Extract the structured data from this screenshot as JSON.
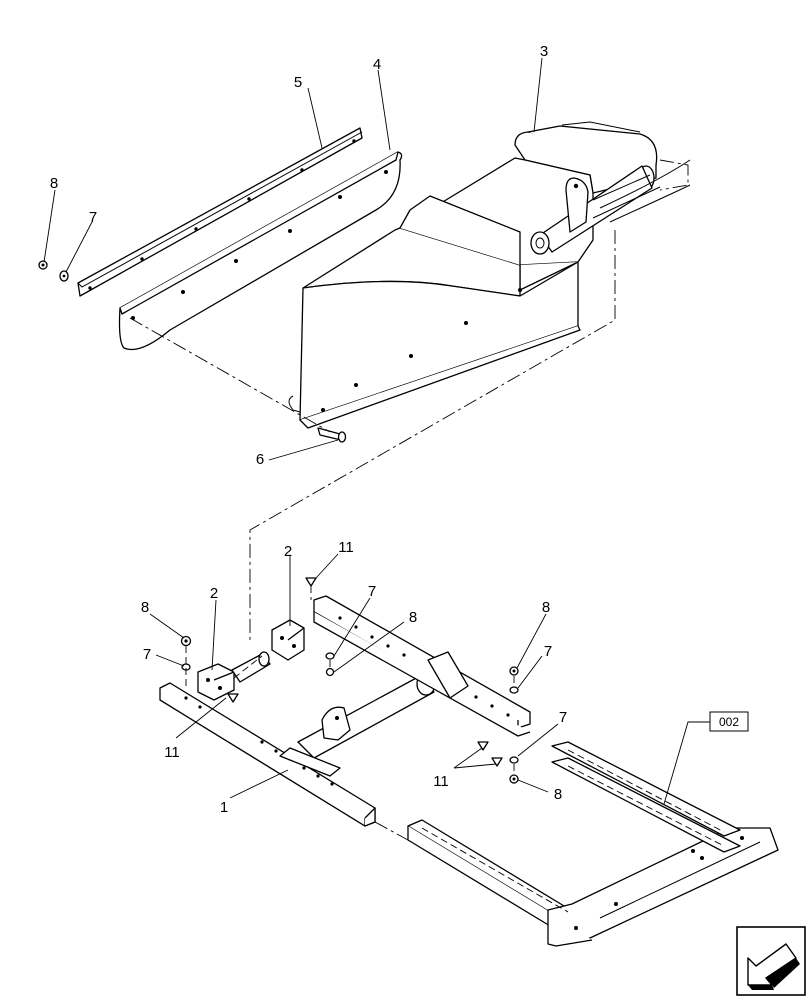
{
  "callouts": {
    "c1": "1",
    "c2a": "2",
    "c2b": "2",
    "c3": "3",
    "c4": "4",
    "c5": "5",
    "c6": "6",
    "c7a": "7",
    "c7b": "7",
    "c7c": "7",
    "c7d": "7",
    "c7e": "7",
    "c8a": "8",
    "c8b": "8",
    "c8c": "8",
    "c8d": "8",
    "c8e": "8",
    "c11a": "11",
    "c11b": "11",
    "c11c": "11"
  },
  "reference": {
    "label": "002"
  },
  "nav": {
    "icon": "arrow-icon"
  }
}
